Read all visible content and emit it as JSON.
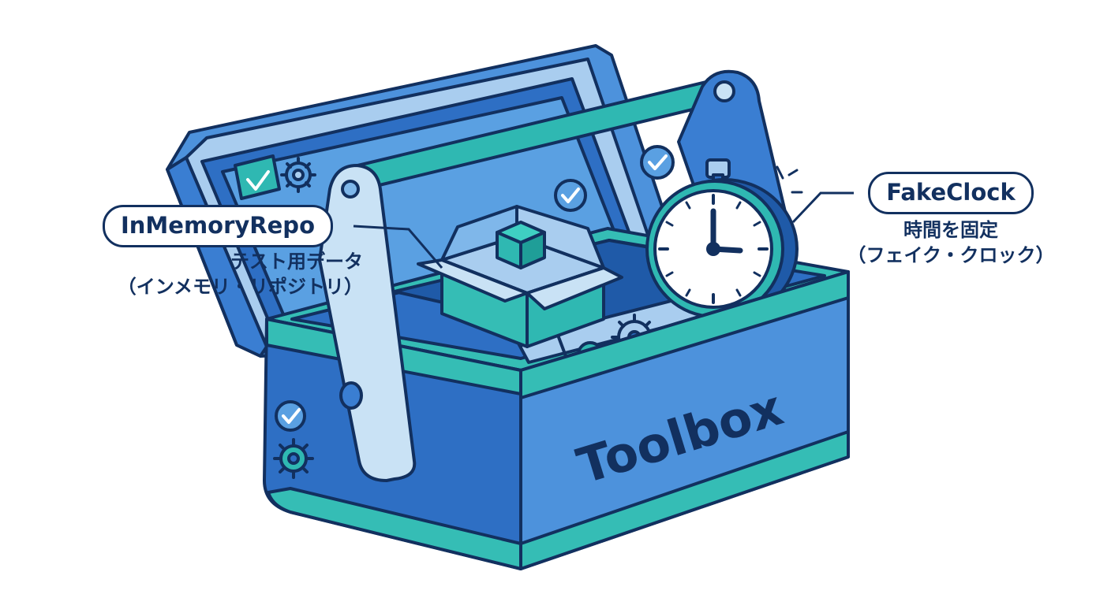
{
  "callouts": {
    "in_memory_repo": {
      "title": "InMemoryRepo",
      "line1": "テスト用データ",
      "line2": "（インメモリ・リポジトリ）"
    },
    "fake_clock": {
      "title": "FakeClock",
      "line1": "時間を固定",
      "line2": "（フェイク・クロック）"
    }
  },
  "toolbox": {
    "label": "Toolbox"
  },
  "colors": {
    "outline": "#12305f",
    "blue_dark": "#2e6fc4",
    "blue_mid": "#4d92dc",
    "blue_light": "#7fb7ea",
    "teal": "#2fb8b2",
    "teal_light": "#3fcfc2",
    "pale": "#c9e2f5",
    "white": "#ffffff"
  }
}
